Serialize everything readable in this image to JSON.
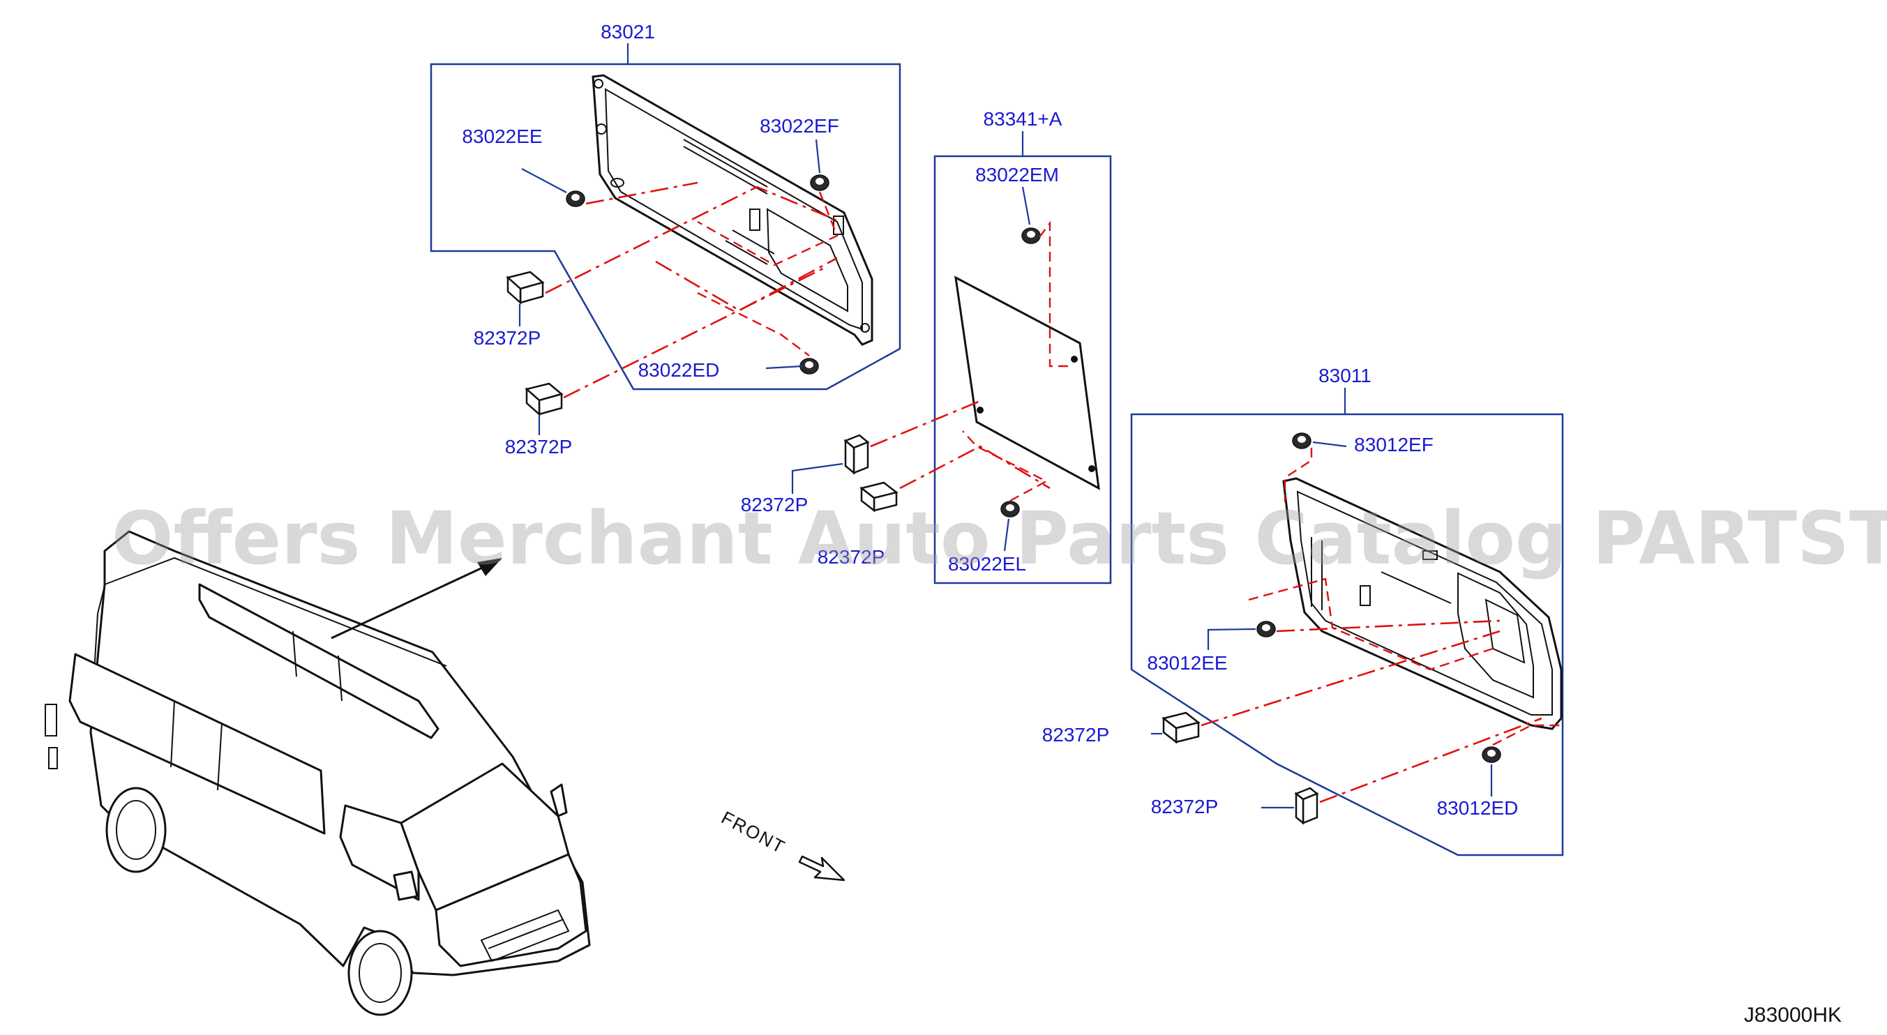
{
  "diagram": {
    "reference_code": "J83000HK",
    "watermark": "Offers Merchant Auto Parts Catalog PARTSTORE.SA",
    "front_label": "FRONT",
    "assemblies": [
      {
        "number": "83021",
        "parts": [
          "83022EE",
          "83022EF",
          "83022ED",
          "82372P",
          "82372P"
        ]
      },
      {
        "number": "83341+A",
        "parts": [
          "83022EM",
          "83022EL",
          "82372P",
          "82372P"
        ]
      },
      {
        "number": "83011",
        "parts": [
          "83012EF",
          "83012EE",
          "83012ED",
          "82372P",
          "82372P"
        ]
      }
    ]
  },
  "colors": {
    "label": "#1a1ad0",
    "box": "#1a3a9a",
    "phantom_line": "#e01010",
    "drawing": "#111111",
    "watermark": "#9a9a9a"
  }
}
